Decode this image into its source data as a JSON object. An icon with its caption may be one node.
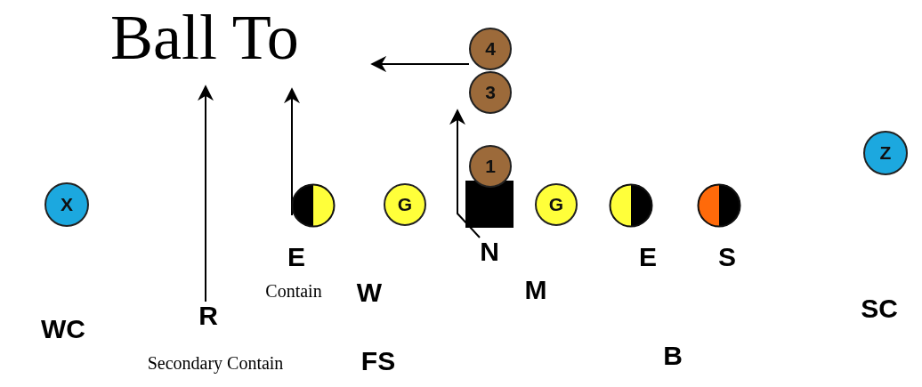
{
  "diagram": {
    "title": "Ball To",
    "nodes": [
      {
        "text": [
          "4"
        ]
      },
      {
        "text": [
          "3"
        ]
      },
      {
        "text": [
          "1"
        ]
      },
      {
        "text": [
          "Z"
        ]
      },
      {
        "text": [
          "X"
        ]
      },
      {
        "text": [],
        "shape": "circle"
      },
      {
        "text": [
          "G"
        ]
      },
      {
        "text": [],
        "shape": "box"
      },
      {
        "text": [
          "G"
        ]
      },
      {
        "text": [],
        "shape": "circle"
      },
      {
        "text": [],
        "shape": "circle"
      },
      {
        "text": [
          "N"
        ]
      },
      {
        "text": [
          "R"
        ]
      }
    ],
    "edges": [
      {
        "from": 0,
        "to": null,
        "arrow": "to"
      },
      {
        "from": 5,
        "to": null,
        "arrow": "to"
      },
      {
        "from": 11,
        "to": 1,
        "arrow": "to"
      },
      {
        "from": 12,
        "to": null,
        "arrow": "to"
      }
    ],
    "labels": [
      "E",
      "E",
      "S",
      "Contain",
      "W",
      "M",
      "SC",
      "WC",
      "B",
      "Secondary Contain",
      "FS"
    ]
  }
}
